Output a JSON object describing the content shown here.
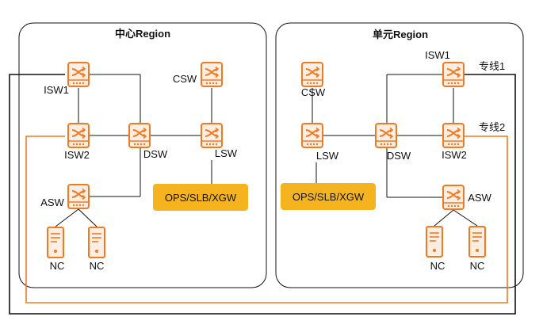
{
  "regions": {
    "center": {
      "title": "中心Region"
    },
    "unit": {
      "title": "单元Region"
    }
  },
  "center": {
    "isw1": "ISW1",
    "isw2": "ISW2",
    "dsw": "DSW",
    "csw": "CSW",
    "lsw": "LSW",
    "asw": "ASW",
    "nc1": "NC",
    "nc2": "NC",
    "service": "OPS/SLB/XGW"
  },
  "unit": {
    "isw1": "ISW1",
    "isw2": "ISW2",
    "dsw": "DSW",
    "csw": "CSW",
    "lsw": "LSW",
    "asw": "ASW",
    "nc1": "NC",
    "nc2": "NC",
    "service": "OPS/SLB/XGW"
  },
  "links": {
    "line1": "专线1",
    "line2": "专线2"
  },
  "colors": {
    "orange": "#f07a22",
    "service_fill": "#f5b41f",
    "black": "#111111",
    "device_bg": "#fdeee3"
  },
  "icons": {
    "switch": "switch-router-icon",
    "server": "server-tower-icon"
  }
}
